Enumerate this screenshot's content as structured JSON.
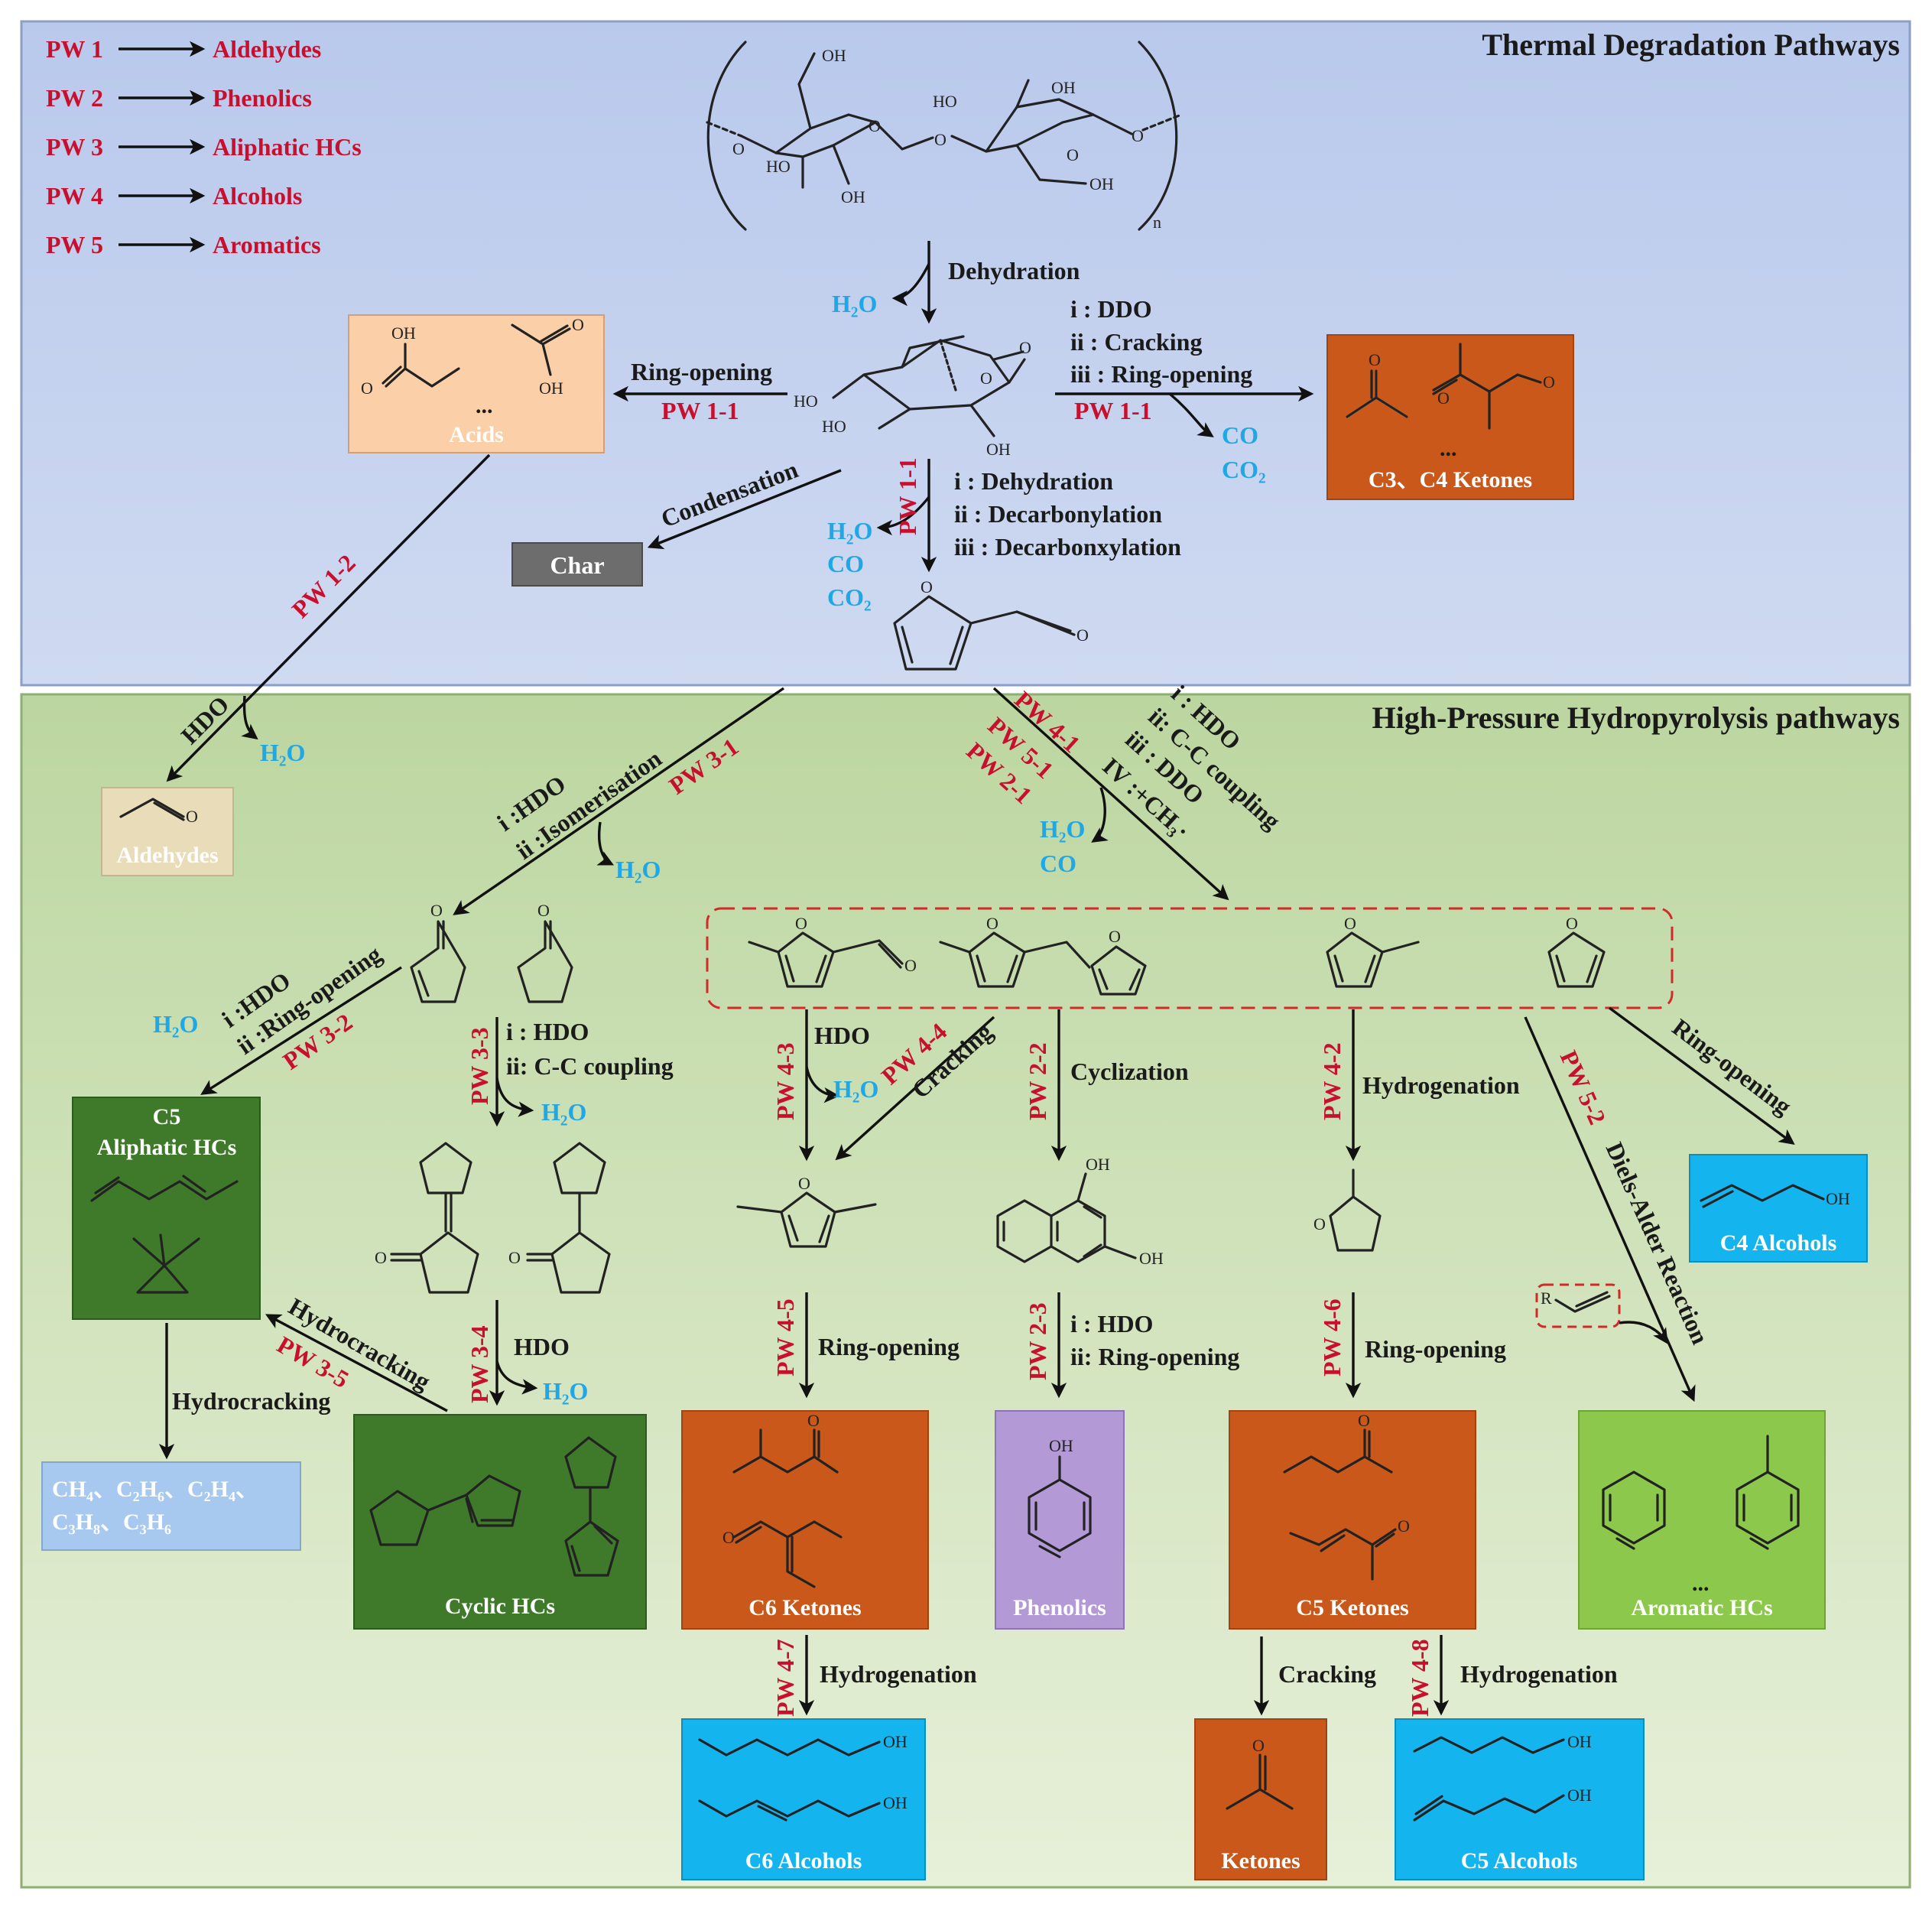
{
  "sections": {
    "top_title": "Thermal Degradation Pathways",
    "bottom_title": "High-Pressure Hydropyrolysis pathways"
  },
  "legend": [
    {
      "pw": "PW 1",
      "product": "Aldehydes"
    },
    {
      "pw": "PW 2",
      "product": "Phenolics"
    },
    {
      "pw": "PW 3",
      "product": "Aliphatic HCs"
    },
    {
      "pw": "PW 4",
      "product": "Alcohols"
    },
    {
      "pw": "PW 5",
      "product": "Aromatics"
    }
  ],
  "boxes": {
    "acids": "Acids",
    "char": "Char",
    "c3c4_ketones": "C3、C4 Ketones",
    "aldehydes": "Aldehydes",
    "c5_aliphatic_1": "C5",
    "c5_aliphatic_2": "Aliphatic HCs",
    "light_gases_1": "CH₄、C₂H₆、C₂H₄、",
    "light_gases_2": "C₃H₈、C₃H₆",
    "cyclic_hcs": "Cyclic HCs",
    "c6_ketones": "C6 Ketones",
    "phenolics": "Phenolics",
    "c5_ketones": "C5 Ketones",
    "aromatic_hcs": "Aromatic HCs",
    "c4_alcohols": "C4 Alcohols",
    "c6_alcohols": "C6 Alcohols",
    "ketones": "Ketones",
    "c5_alcohols": "C5 Alcohols"
  },
  "labels": {
    "dehydration": "Dehydration",
    "ring_opening_acids": "Ring-opening",
    "pw11_left": "PW 1-1",
    "pw11_right": "PW 1-1",
    "pw11_vertical": "PW 1-1",
    "right_cond_1": "i   :  DDO",
    "right_cond_2": "ii  :  Cracking",
    "right_cond_3": "iii :  Ring-opening",
    "condensation": "Condensation",
    "furf_cond_1": "i   :  Dehydration",
    "furf_cond_2": "ii  :  Decarbonylation",
    "furf_cond_3": "iii :  Decarbonxylation",
    "pw12": "PW 1-2",
    "hdo_ald": "HDO",
    "pw31": "PW 3-1",
    "iso_1": "i  :HDO",
    "iso_2": "ii  :Isomerisation",
    "pw41": "PW 4-1",
    "pw51": "PW 5-1",
    "pw21": "PW 2-1",
    "hdo_cond_1": "i : HDO",
    "hdo_cond_2": "ii: C-C coupling",
    "hdo_cond_3": "iii : DDO",
    "hdo_cond_4": "IV :+CH₃·",
    "ro_cond_1": "i  :HDO",
    "ro_cond_2": "ii  :Ring-opening",
    "pw32": "PW 3-2",
    "pw33": "PW 3-3",
    "cc_1": "i : HDO",
    "cc_2": "ii: C-C coupling",
    "pw34": "PW 3-4",
    "hdo_34": "HDO",
    "hydrocracking_diag": "Hydrocracking",
    "pw35": "PW 3-5",
    "hydrocracking_down": "Hydrocracking",
    "pw43": "PW 4-3",
    "hdo_43": "HDO",
    "pw44": "PW 4-4",
    "cracking_44": "Cracking",
    "pw22": "PW 2-2",
    "cyclization": "Cyclization",
    "pw42": "PW 4-2",
    "hydrogenation_42": "Hydrogenation",
    "pw52": "PW 5-2",
    "diels_alder": "Diels-Alder Reaction",
    "ring_opening_c4": "Ring-opening",
    "pw45": "PW 4-5",
    "ring_opening_45": "Ring-opening",
    "pw23": "PW 2-3",
    "phen_1": "i : HDO",
    "phen_2": "ii: Ring-opening",
    "pw46": "PW 4-6",
    "ring_opening_46": "Ring-opening",
    "pw47": "PW 4-7",
    "hydrogenation_47": "Hydrogenation",
    "cracking_k": "Cracking",
    "pw48": "PW 4-8",
    "hydrogenation_48": "Hydrogenation"
  },
  "byproducts": {
    "h2o_dehyd": "H₂O",
    "co_right": "CO",
    "co2_right": "CO₂",
    "h2o_furf": "H₂O",
    "co_furf": "CO",
    "co2_furf": "CO₂",
    "h2o_ald": "H₂O",
    "h2o_iso": "H₂O",
    "h2o_mid": "H₂O",
    "co_mid": "CO",
    "h2o_ro": "H₂O",
    "h2o_33": "H₂O",
    "h2o_34": "H₂O",
    "h2o_43": "H₂O"
  },
  "colors": {
    "top_panel": "#c5d3ee",
    "bottom_panel": "#c7dcae",
    "acids_box": "#fbcfa7",
    "char_box": "#6d6d6d",
    "ketone_box": "#c9581a",
    "aldehyde_box": "#e9dcb9",
    "aliphatic_box": "#3f7a2a",
    "gas_box": "#a8c9ef",
    "phenolics_box": "#b39ad6",
    "aromatic_box": "#8cc84b",
    "alcohol_box": "#14b4ee",
    "red_text": "#c8102e",
    "blue_text": "#1fa7e6"
  }
}
